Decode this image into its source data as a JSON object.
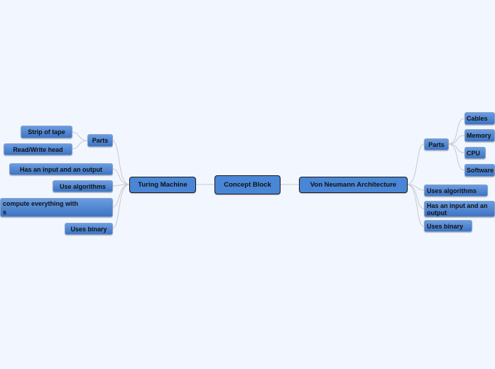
{
  "root": "Concept Block",
  "left": {
    "title": "Turing Machine",
    "parts": "Parts",
    "part_items": [
      "Strip of tape",
      "Read/Write head"
    ],
    "items": [
      "Has an input and an output",
      "Use algorithms",
      [
        "compute everything with",
        "s"
      ],
      "Uses binary"
    ]
  },
  "right": {
    "title": "Von Neumann Architecture",
    "parts": "Parts",
    "part_items": [
      "Cables",
      "Memory",
      "CPU",
      "Software"
    ],
    "items": [
      "Uses algorithms",
      "Has an input and an output",
      "Uses binary"
    ]
  },
  "colors": {
    "background": "#f2f6fe",
    "node": "#4a86d6",
    "connector": "#c8c8c8"
  }
}
